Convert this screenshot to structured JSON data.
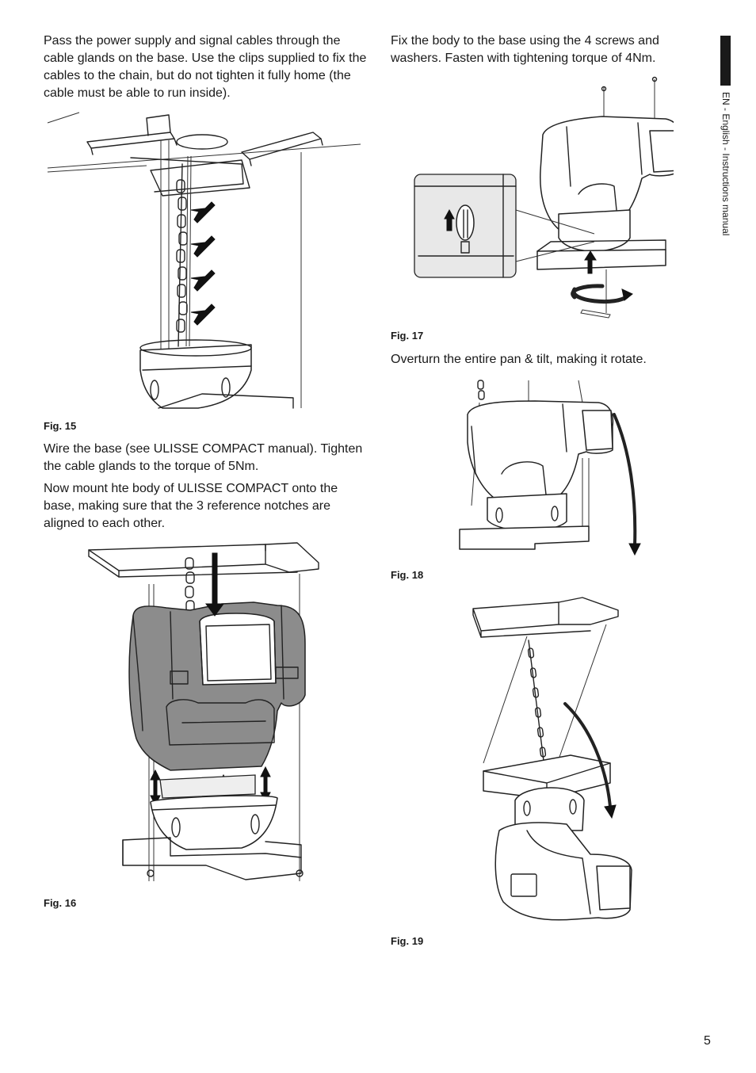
{
  "left_column": {
    "para1": "Pass the power supply and signal cables through the cable glands on the base. Use the clips supplied to fix the cables to the chain, but do not tighten it fully home (the cable must be able to run inside).",
    "fig15_caption": "Fig. 15",
    "para2": "Wire the base (see ULISSE COMPACT manual). Tighten the cable glands to the torque of 5Nm.",
    "para3": "Now mount hte body of ULISSE COMPACT onto the base, making sure that the 3 reference notches are aligned to each other.",
    "fig16_caption": "Fig. 16"
  },
  "right_column": {
    "para1": "Fix the body to the base using the 4 screws and washers. Fasten with tightening torque of 4Nm.",
    "fig17_caption": "Fig. 17",
    "para2": "Overturn the entire pan & tilt, making it rotate.",
    "fig18_caption": "Fig. 18",
    "fig19_caption": "Fig. 19"
  },
  "side_tab": {
    "label": "EN - English - Instructions manual",
    "color": "#1a1a1a"
  },
  "page_number": "5"
}
